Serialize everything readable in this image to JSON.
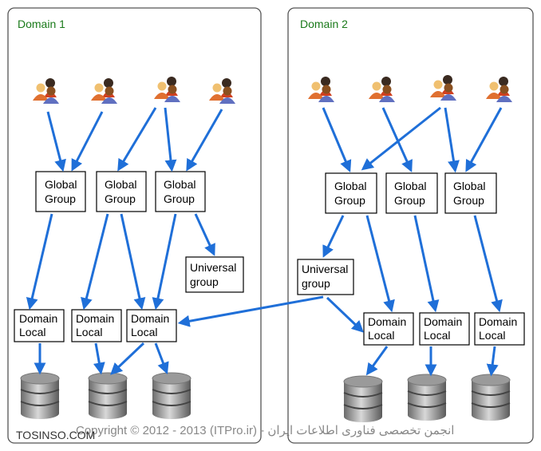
{
  "domains": [
    {
      "title": "Domain 1",
      "global_groups": [
        [
          "Global",
          "Group"
        ],
        [
          "Global",
          "Group"
        ],
        [
          "Global",
          "Group"
        ]
      ],
      "universal_group": [
        "Universal",
        "group"
      ],
      "domain_locals": [
        [
          "Domain",
          "Local"
        ],
        [
          "Domain",
          "Local"
        ],
        [
          "Domain",
          "Local"
        ]
      ]
    },
    {
      "title": "Domain 2",
      "global_groups": [
        [
          "Global",
          "Group"
        ],
        [
          "Global",
          "Group"
        ],
        [
          "Global",
          "Group"
        ]
      ],
      "universal_group": [
        "Universal",
        "group"
      ],
      "domain_locals": [
        [
          "Domain",
          "Local"
        ],
        [
          "Domain",
          "Local"
        ],
        [
          "Domain",
          "Local"
        ]
      ]
    }
  ],
  "footer": {
    "copyright": "Copyright © 2012 - 2013 (ITPro.ir) - انجمن تخصصی فناوری اطلاعات ایران",
    "watermark": "TOSINSO.COM"
  },
  "icons": {
    "users": "user-group-icon",
    "database": "database-icon"
  },
  "colors": {
    "arrow": "#1f6fd8",
    "domain_title": "#1a7a1a"
  }
}
